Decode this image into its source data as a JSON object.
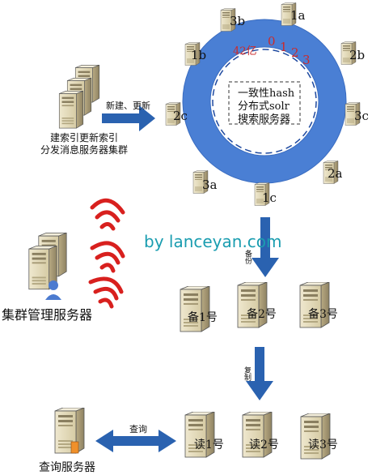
{
  "ring": {
    "center_lines": [
      "一致性hash",
      "分布式solr",
      "搜索服务器"
    ],
    "top_labels": [
      "42亿",
      "0",
      "1",
      "2",
      "3"
    ],
    "node_labels": [
      "3a",
      "3b",
      "1a",
      "1b",
      "2b",
      "2c",
      "3c",
      "2a",
      "1c"
    ]
  },
  "left_cluster": {
    "label_lines": [
      "建索引更新索引",
      "分发消息服务器集群"
    ],
    "arrow_label": "新建、更新"
  },
  "watermark": "by lanceyan.com",
  "arrows": {
    "down1_label": "备份",
    "down2_label": "复制",
    "query_label": "查询"
  },
  "backup_servers": [
    "备1号",
    "备2号",
    "备3号"
  ],
  "read_servers": [
    "读1号",
    "读2号",
    "读3号"
  ],
  "cluster_manager_label": "集群管理服务器",
  "query_server_label": "查询服务器",
  "colors": {
    "ring": "#4a7fd4",
    "ring_dash": "#1f4aa0",
    "arrow": "#2a62b0",
    "signal": "#d8201e",
    "ring_numbers": "#cc2a2a",
    "watermark": "#1a9db0"
  }
}
